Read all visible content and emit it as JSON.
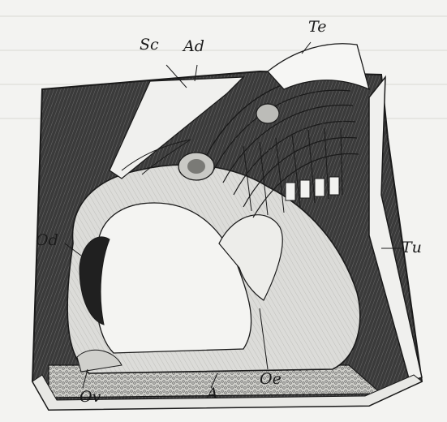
{
  "labels": {
    "sc": "Sc",
    "ad": "Ad",
    "te": "Te",
    "od": "Od",
    "tu": "Tu",
    "ov": "Ov",
    "a": "A",
    "oe": "Oe"
  },
  "colors": {
    "background": "#f3f3f1",
    "ink": "#1a1a1a",
    "dark_fill": "#2c2c2c",
    "light_fill": "#e6e6e4"
  }
}
